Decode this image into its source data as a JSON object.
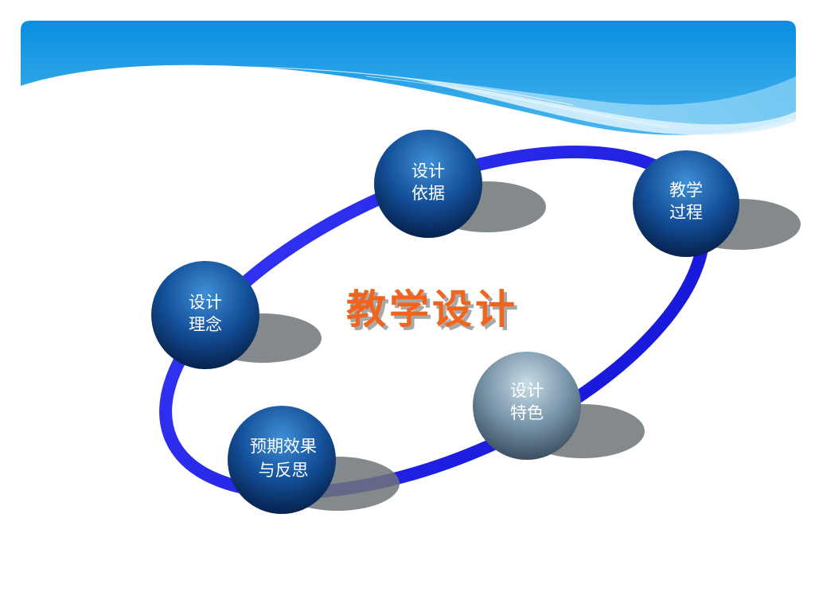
{
  "title": "教学设计",
  "colors": {
    "ring": "#2222ee",
    "title": "#f0641e",
    "node_dark": "#0b3a7a",
    "node_grey": "#6d8ca0",
    "header_blue": "#1a98e0"
  },
  "nodes": [
    {
      "id": "design-basis",
      "lines": [
        "设计",
        "依据"
      ]
    },
    {
      "id": "teaching-process",
      "lines": [
        "教学",
        "过程"
      ]
    },
    {
      "id": "design-concept",
      "lines": [
        "设计",
        "理念"
      ]
    },
    {
      "id": "design-features",
      "lines": [
        "设计",
        "特色"
      ]
    },
    {
      "id": "expected-effect",
      "lines": [
        "预期效果",
        "与反思"
      ]
    }
  ]
}
